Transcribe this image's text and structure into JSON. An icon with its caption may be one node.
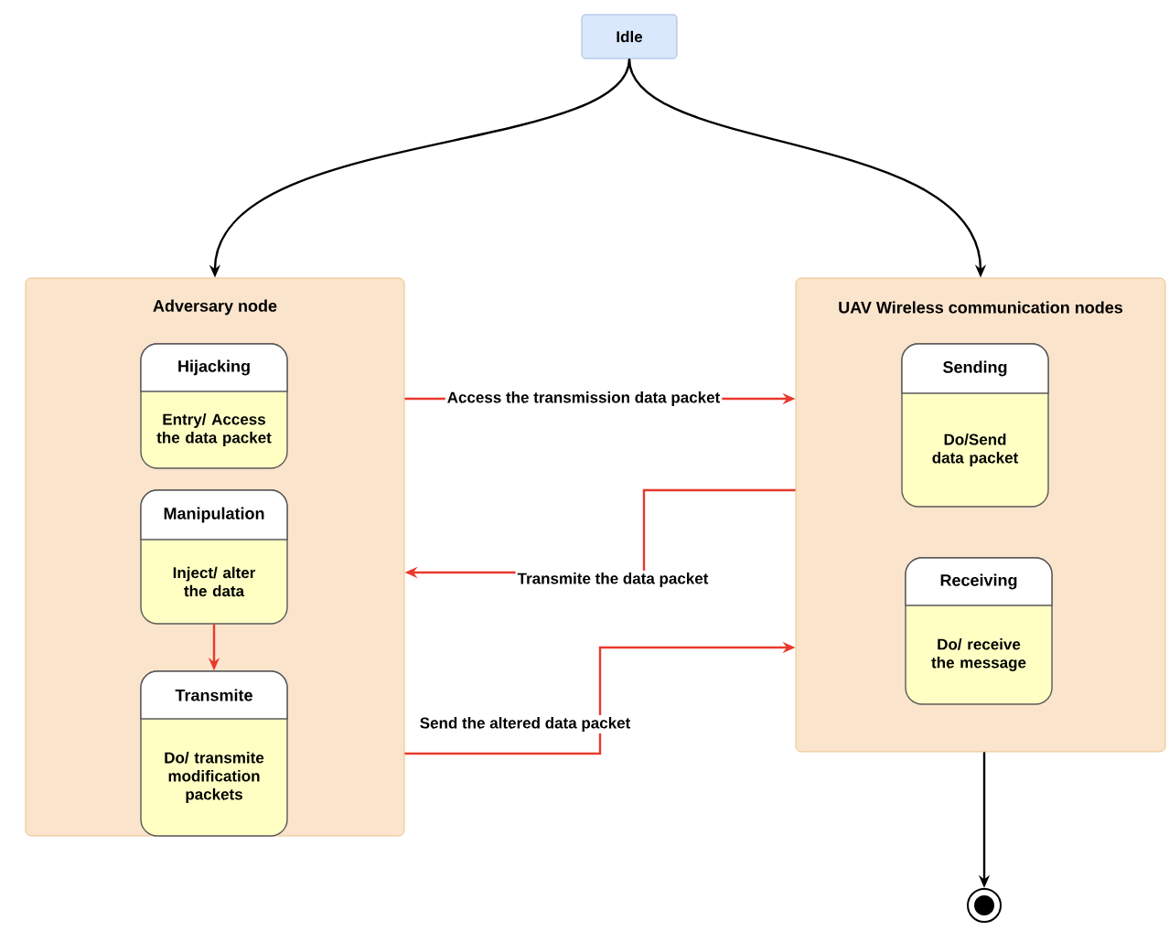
{
  "diagram": {
    "nodes": [
      {
        "text": [
          "Idle"
        ]
      },
      {
        "text": [
          "Adversary node"
        ]
      },
      {
        "text": [
          "Hijacking",
          "Entry/ Access the data packet"
        ],
        "in": 1
      },
      {
        "text": [
          "Manipulation",
          "Inject/ alter the data"
        ],
        "in": 1
      },
      {
        "text": [
          "Transmite",
          "Do/ transmite modification packets"
        ],
        "in": 1
      },
      {
        "text": [
          "UAV Wireless communication nodes"
        ]
      },
      {
        "text": [
          "Sending",
          "Do/Send data packet"
        ],
        "in": 5
      },
      {
        "text": [
          "Receiving",
          "Do/ receive the message"
        ],
        "in": 5
      },
      {
        "text": [],
        "shape": "circle"
      }
    ],
    "edges": [
      {
        "from": 0,
        "to": 1,
        "arrow": "to",
        "color": "#000000"
      },
      {
        "from": 0,
        "to": 5,
        "arrow": "to",
        "color": "#000000"
      },
      {
        "from": 3,
        "to": 4,
        "arrow": "to"
      },
      {
        "from": 1,
        "to": 5,
        "arrow": "to",
        "label": "Access the transmission data packet"
      },
      {
        "from": 5,
        "to": 1,
        "arrow": "to",
        "label": "Transmite the data packet"
      },
      {
        "from": 1,
        "to": 5,
        "arrow": "to",
        "label": "Send the altered data packet"
      },
      {
        "from": 5,
        "to": 8,
        "arrow": "to",
        "color": "#000000"
      }
    ]
  }
}
